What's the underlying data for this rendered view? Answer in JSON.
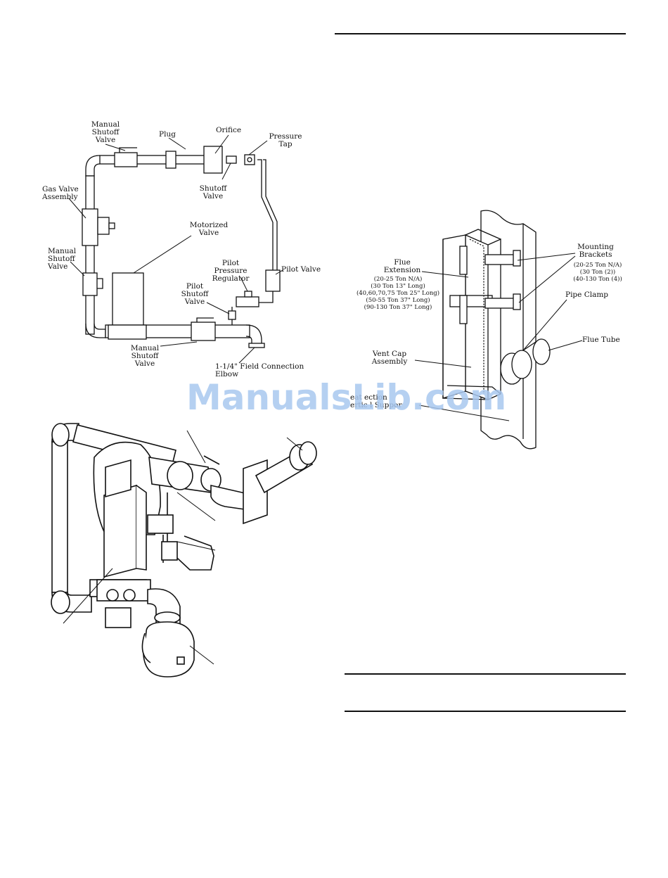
{
  "gas_piping_diagram": {
    "labels": {
      "manual_shutoff_top": "Manual\nShutoff\nValve",
      "plug": "Plug",
      "orifice": "Orifice",
      "pressure_tap": "Pressure\nTap",
      "gas_valve_assembly": "Gas Valve\nAssembly",
      "shutoff_valve": "Shutoff\nValve",
      "motorized_valve": "Motorized\nValve",
      "pilot_pressure_regulator": "Pilot\nPressure\nRegulator",
      "pilot_valve": "Pilot Valve",
      "manual_shutoff_left": "Manual\nShutoff\nValve",
      "pilot_shutoff_valve": "Pilot\nShutoff\nValve",
      "manual_shutoff_bottom": "Manual\nShutoff\nValve",
      "field_connection_elbow": "1-1/4\" Field Connection\nElbow"
    }
  },
  "flue_diagram": {
    "labels": {
      "mounting_brackets": "Mounting\nBrackets",
      "bracket_counts": "(20-25 Ton N/A)\n(30 Ton (2))\n(40-130 Ton (4))",
      "flue_extension": "Flue\nExtension",
      "flue_lengths": "(20-25 Ton N/A)\n(30 Ton 13\" Long)\n(40,60,70,75 Ton 25\" Long)\n(50-55 Ton 37\" Long)\n(90-130 Ton 37\" Long)",
      "pipe_clamp": "Pipe Clamp",
      "flue_tube": "Flue Tube",
      "vent_cap_assembly": "Vent Cap\nAssembly",
      "heat_section_support": "eat ection\nertic l Suppor"
    }
  },
  "watermark": "ManualsLib.com"
}
